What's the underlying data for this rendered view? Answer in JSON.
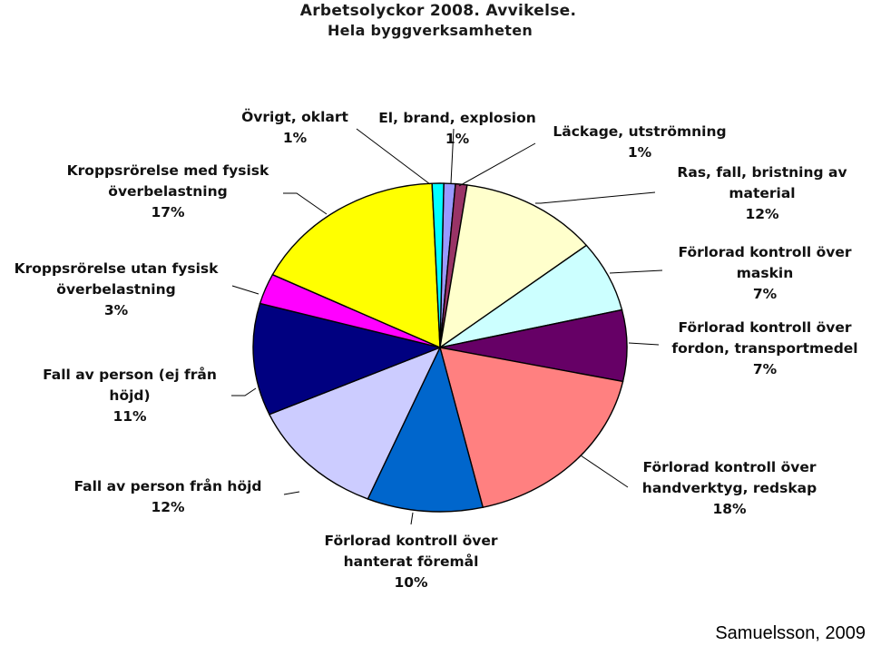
{
  "header": {
    "title": "Arbetsolyckor 2008. Avvikelse.",
    "subtitle": "Hela byggverksamheten"
  },
  "credit": "Samuelsson, 2009",
  "chart_data": {
    "type": "pie",
    "title": "Arbetsolyckor 2008. Avvikelse.",
    "subtitle": "Hela byggverksamheten",
    "slices": [
      {
        "lines": [
          "El, brand, explosion"
        ],
        "pct_label": "1%",
        "value": 1,
        "color": "#9999ff"
      },
      {
        "lines": [
          "Läckage, utströmning"
        ],
        "pct_label": "1%",
        "value": 1,
        "color": "#993366"
      },
      {
        "lines": [
          "Ras, fall, bristning av",
          "material"
        ],
        "pct_label": "12%",
        "value": 12,
        "color": "#ffffcc"
      },
      {
        "lines": [
          "Förlorad kontroll över",
          "maskin"
        ],
        "pct_label": "7%",
        "value": 7,
        "color": "#ccffff"
      },
      {
        "lines": [
          "Förlorad kontroll över",
          "fordon, transportmedel"
        ],
        "pct_label": "7%",
        "value": 7,
        "color": "#660066"
      },
      {
        "lines": [
          "Förlorad kontroll över",
          "handverktyg, redskap"
        ],
        "pct_label": "18%",
        "value": 18,
        "color": "#ff8080"
      },
      {
        "lines": [
          "Förlorad kontroll över",
          "hanterat föremål"
        ],
        "pct_label": "10%",
        "value": 10,
        "color": "#0066cc"
      },
      {
        "lines": [
          "Fall av person från höjd"
        ],
        "pct_label": "12%",
        "value": 12,
        "color": "#ccccff"
      },
      {
        "lines": [
          "Fall av person (ej från",
          "höjd)"
        ],
        "pct_label": "11%",
        "value": 11,
        "color": "#000080"
      },
      {
        "lines": [
          "Kroppsrörelse utan fysisk",
          "överbelastning"
        ],
        "pct_label": "3%",
        "value": 3,
        "color": "#ff00ff"
      },
      {
        "lines": [
          "Kroppsrörelse med fysisk",
          "överbelastning"
        ],
        "pct_label": "17%",
        "value": 17,
        "color": "#ffff00"
      },
      {
        "lines": [
          "Övrigt, oklart"
        ],
        "pct_label": "1%",
        "value": 1,
        "color": "#00ffff"
      }
    ],
    "legend": "none"
  }
}
